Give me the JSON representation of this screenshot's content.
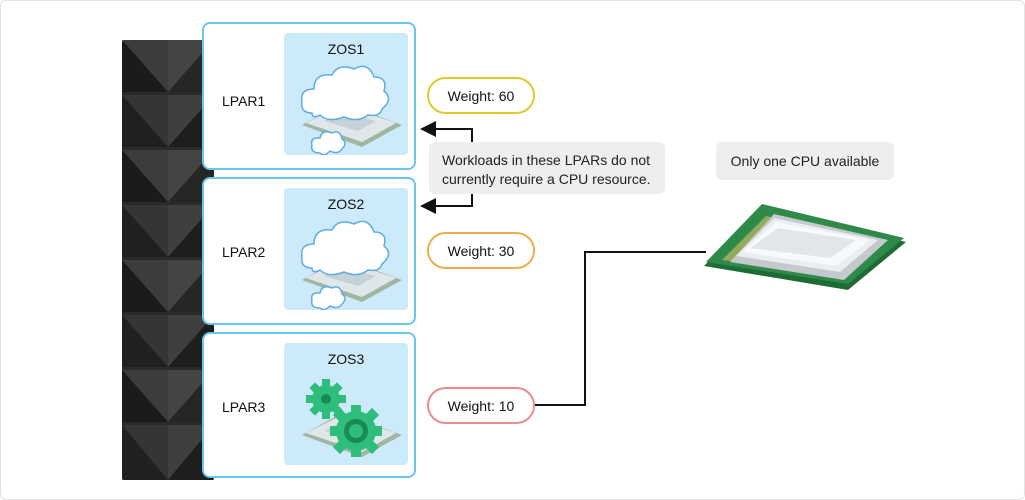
{
  "diagram": {
    "lpars": [
      {
        "label": "LPAR1",
        "os": "ZOS1",
        "weight": "Weight: 60",
        "workload": "cloud"
      },
      {
        "label": "LPAR2",
        "os": "ZOS2",
        "weight": "Weight: 30",
        "workload": "cloud"
      },
      {
        "label": "LPAR3",
        "os": "ZOS3",
        "weight": "Weight: 10",
        "workload": "gears"
      }
    ],
    "notes": {
      "idle_workloads": "Workloads in these LPARs do not currently require a CPU resource.",
      "cpu": "Only one CPU available"
    },
    "colors": {
      "lpar_border": "#6cc5ef",
      "os_panel": "#cdeafb",
      "weight_1": "#dccb2b",
      "weight_2": "#f0ad4e",
      "weight_3": "#ee8a8a",
      "gear": "#2ebd7a",
      "cpu_board": "#2f8a4a"
    }
  }
}
